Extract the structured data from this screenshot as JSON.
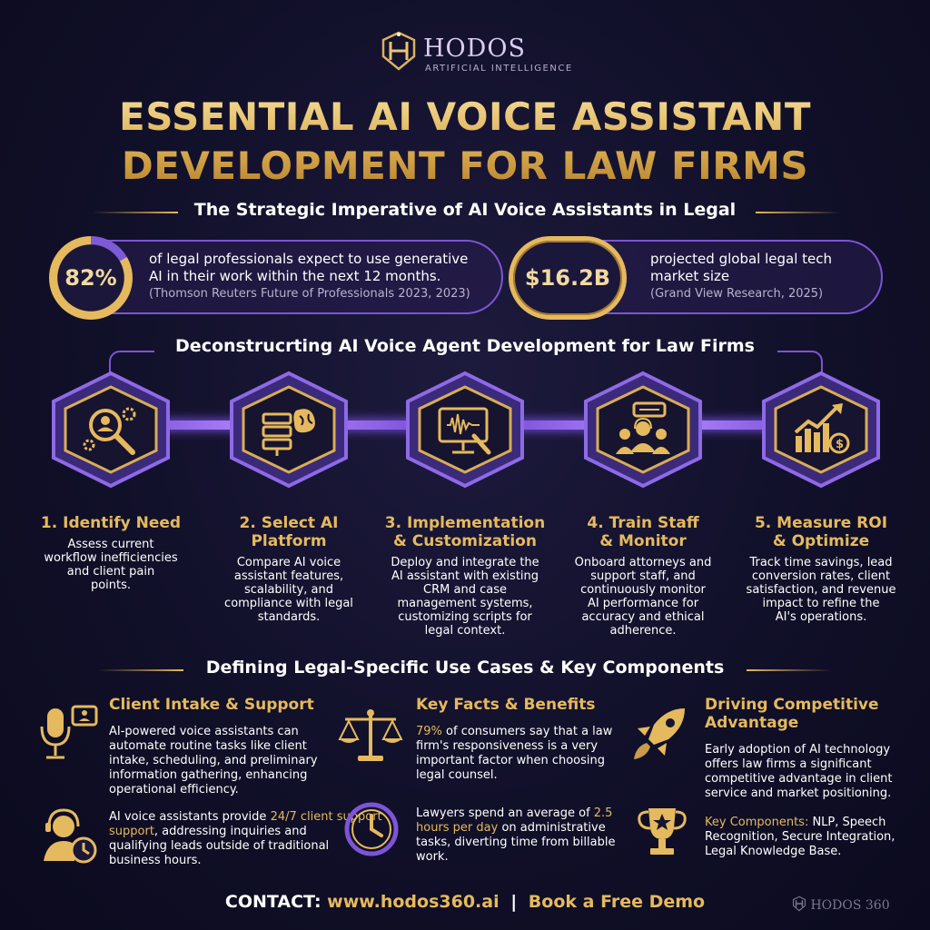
{
  "brand": {
    "name": "HODOS",
    "tagline": "ARTIFICIAL INTELLIGENCE"
  },
  "title": {
    "line1": "ESSENTIAL AI VOICE ASSISTANT",
    "line2": "DEVELOPMENT FOR LAW FIRMS"
  },
  "sections": {
    "imperative": "The Strategic Imperative of AI Voice Assistants in Legal",
    "deconstructing": "Deconstrucrting AI Voice Agent Development for Law Firms",
    "use_cases": "Defining Legal-Specific Use Cases & Key Components"
  },
  "stats": [
    {
      "value": "82%",
      "line1": "of legal professionals expect to use generative",
      "line2": "AI in their work within the next 12 months.",
      "source": "(Thomson Reuters Future of Professionals 2023, 2023)"
    },
    {
      "value": "$16.2B",
      "line1": "projected global legal tech",
      "line2": "market size",
      "source": "(Grand View Research, 2025)"
    }
  ],
  "steps": [
    {
      "title1": "1. Identify Need",
      "title2": "",
      "desc": [
        "Assess current",
        "workflow inefficiencies",
        "and client pain",
        "points."
      ],
      "icon": "magnifier-person-gears-icon"
    },
    {
      "title1": "2. Select AI",
      "title2": "Platform",
      "desc": [
        "Compare AI voice",
        "assistant features,",
        "scalability, and",
        "compliance with legal",
        "standards."
      ],
      "icon": "server-brain-icon"
    },
    {
      "title1": "3. Implementation",
      "title2": "& Customization",
      "desc": [
        "Deploy and integrate the",
        "AI assistant with existing",
        "CRM and case",
        "management systems,",
        "customizing scripts for",
        "legal context."
      ],
      "icon": "monitor-waveform-wrench-icon"
    },
    {
      "title1": "4. Train Staff",
      "title2": "& Monitor",
      "desc": [
        "Onboard attorneys and",
        "support staff, and",
        "continuously monitor",
        "AI performance for",
        "accuracy and ethical",
        "adherence."
      ],
      "icon": "team-headset-icon"
    },
    {
      "title1": "5. Measure ROI",
      "title2": "& Optimize",
      "desc": [
        "Track time savings, lead",
        "conversion rates, client",
        "satisfaction, and revenue",
        "impact to refine the",
        "AI's operations."
      ],
      "icon": "growth-chart-dollar-icon"
    }
  ],
  "columns": {
    "intake": {
      "title": "Client Intake & Support",
      "p1": [
        "AI-powered voice assistants can",
        "automate routine tasks like client",
        "intake, scheduling, and preliminary",
        "information gathering, enhancing",
        "operational efficiency."
      ],
      "p2_pre": "AI voice assistants provide ",
      "p2_hl": "24/7 client support",
      "p2_lines": [
        ", addressing inquiries and",
        "qualifying leads outside of traditional",
        "business hours."
      ],
      "p2_hl2": "support"
    },
    "facts": {
      "title": "Key Facts & Benefits",
      "p1_hl": "79%",
      "p1_lines": [
        " of consumers say that a law",
        "firm's responsiveness is a very",
        "important factor when choosing",
        "legal counsel."
      ],
      "p2_pre": "Lawyers spend an average of ",
      "p2_hl": "2.5",
      "p2_hl2": "hours per day",
      "p2_lines": [
        " on administrative",
        "tasks, diverting time from billable",
        "work."
      ]
    },
    "advantage": {
      "title1": "Driving Competitive",
      "title2": "Advantage",
      "p1": [
        "Early adoption of AI technology",
        "offers law firms a significant",
        "competitive advantage in client",
        "service and market positioning."
      ],
      "p2_hl": "Key Components:",
      "p2_lines": [
        " NLP, Speech",
        "Recognition, Secure Integration,",
        "Legal Knowledge Base."
      ]
    }
  },
  "footer": {
    "label": "CONTACT:",
    "url": "www.hodos360.ai",
    "separator": "|",
    "cta": "Book a Free Demo"
  },
  "watermark": "HODOS 360",
  "colors": {
    "gold": "#e5b95e",
    "purple": "#7c55d6",
    "background": "#111029"
  }
}
